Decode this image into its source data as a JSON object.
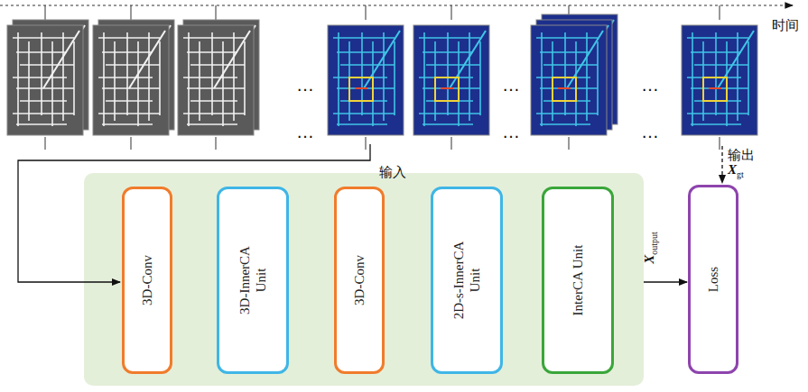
{
  "diagram": {
    "nodes": [
      {
        "text": [
          "3D-Conv"
        ]
      },
      {
        "text": [
          "3D-InnerCA Unit"
        ]
      },
      {
        "text": [
          "3D-Conv"
        ]
      },
      {
        "text": [
          "2D-s-InnerCA Unit"
        ]
      },
      {
        "text": [
          "InterCA Unit"
        ]
      },
      {
        "text": [
          "Loss"
        ]
      }
    ],
    "edges": [
      {
        "from": 0,
        "to": 1,
        "arrow": "to"
      },
      {
        "from": 1,
        "to": 2,
        "arrow": "to"
      },
      {
        "from": 2,
        "to": 3,
        "arrow": "to"
      },
      {
        "from": 3,
        "to": 4,
        "arrow": "to"
      },
      {
        "from": 4,
        "to": 5,
        "label": "Xoutput",
        "arrow": "to"
      }
    ],
    "labels": [
      "时间",
      "…",
      "…",
      "…",
      "…",
      "…",
      "…",
      "输入",
      "输出",
      "Xgt"
    ]
  }
}
